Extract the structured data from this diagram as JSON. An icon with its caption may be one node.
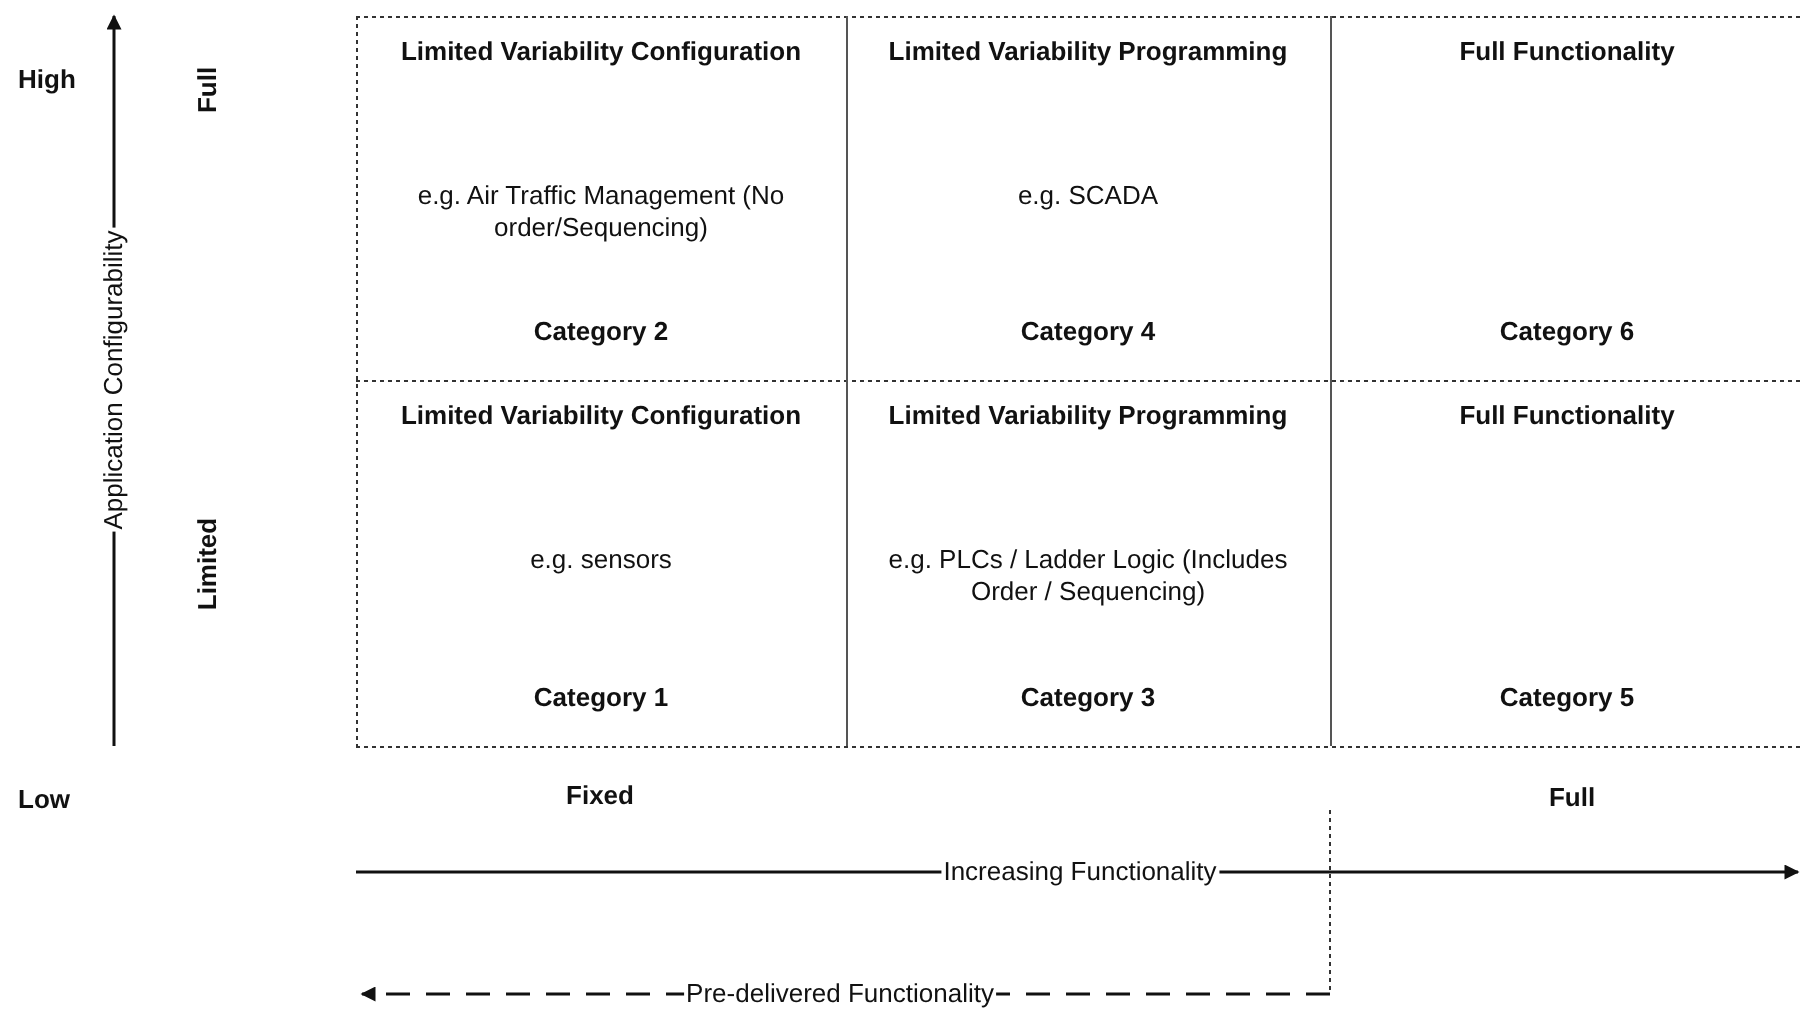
{
  "diagram": {
    "nodes": [
      {
        "text": [
          "Limited Variability Configuration",
          "e.g. Air Traffic Management (No order/Sequencing)",
          "Category 2"
        ]
      },
      {
        "text": [
          "Limited Variability Programming",
          "e.g. SCADA",
          "Category 4"
        ]
      },
      {
        "text": [
          "Full Functionality",
          "Category 6"
        ]
      },
      {
        "text": [
          "Limited Variability Configuration",
          "e.g. sensors",
          "Category 1"
        ]
      },
      {
        "text": [
          "Limited Variability Programming",
          "e.g. PLCs / Ladder Logic (Includes Order / Sequencing)",
          "Category 3"
        ]
      },
      {
        "text": [
          "Full Functionality",
          "Category 5"
        ]
      }
    ],
    "labels": [
      "High",
      "Application Configurability",
      "Full",
      "Limited",
      "Low",
      "Fixed",
      "Full",
      "Increasing Functionality",
      "Pre-delivered Functionality"
    ]
  }
}
